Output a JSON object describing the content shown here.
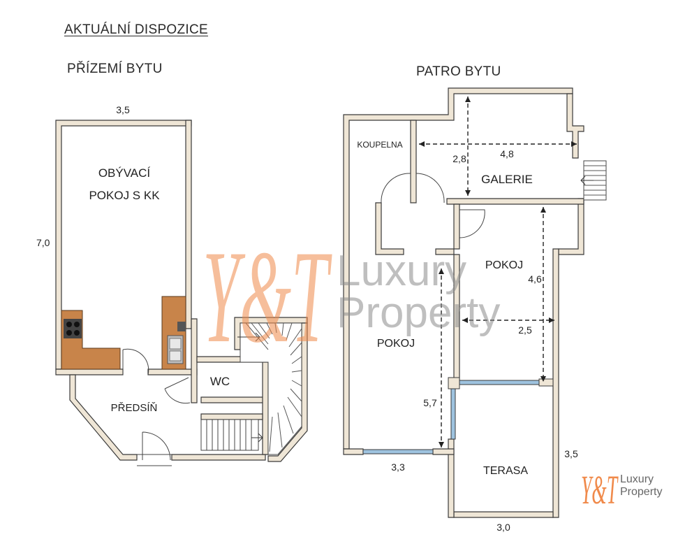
{
  "titles": {
    "main": "AKTUÁLNÍ DISPOZICE",
    "ground_floor": "PŘÍZEMÍ BYTU",
    "upper_floor": "PATRO BYTU"
  },
  "ground_rooms": {
    "living_line1": "OBÝVACÍ",
    "living_line2": "POKOJ S KK",
    "wc": "WC",
    "hall": "PŘEDSÍŇ"
  },
  "ground_dims": {
    "width": "3,5",
    "length": "7,0"
  },
  "upper_rooms": {
    "bathroom": "KOUPELNA",
    "gallery": "GALERIE",
    "room_right": "POKOJ",
    "room_left": "POKOJ",
    "terrace": "TERASA"
  },
  "upper_dims": {
    "gallery_width": "4,8",
    "gallery_depth": "2,8",
    "room_right_depth": "4,6",
    "room_right_width": "2,5",
    "room_left_depth": "5,7",
    "room_left_width": "3,3",
    "terrace_depth": "3,5",
    "terrace_width": "3,0"
  },
  "watermark": {
    "logo_letters": "Y&T",
    "word1": "Luxury",
    "word2": "Property"
  },
  "colors": {
    "wall": "#3a3a3a",
    "wall_fill": "#efe6d6",
    "kitchen": "#c8844a",
    "window": "#9ec3df",
    "logo_orange": "#f08a4b",
    "watermark_text": "#8c8c8c"
  }
}
